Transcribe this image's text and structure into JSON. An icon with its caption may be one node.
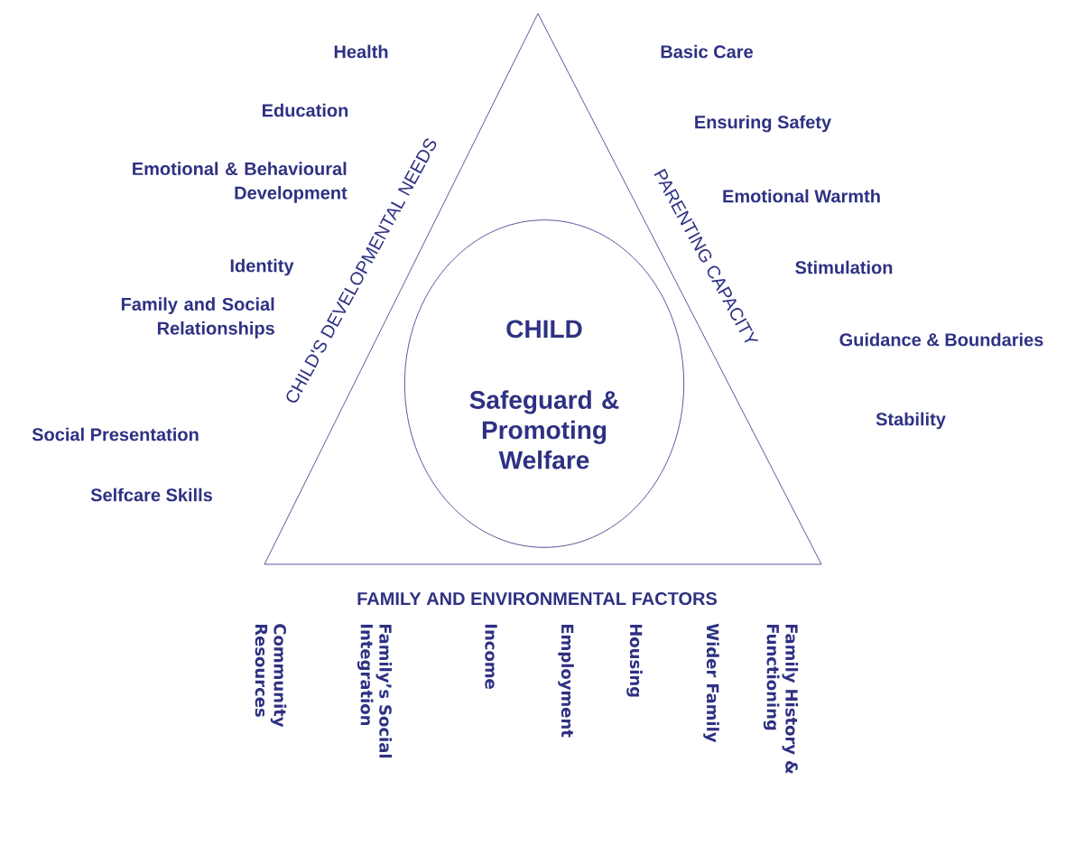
{
  "diagram": {
    "nodes": [
      {
        "text": [],
        "shape": "triangle",
        "beside": [
          "CHILD'S DEVELOPMENTAL NEEDS",
          "PARENTING CAPACITY",
          "FAMILY AND ENVIRONMENTAL FACTORS"
        ]
      },
      {
        "text": [
          "CHILD",
          "Safeguard & Promoting Welfare"
        ],
        "in": 0
      }
    ],
    "labels": [
      "Health",
      "Basic Care",
      "Education",
      "Ensuring Safety",
      "Emotional & Behavioural Development",
      "Emotional Warmth",
      "Identity",
      "Stimulation",
      "Family and Social Relationships",
      "Guidance & Boundaries",
      "Social Presentation",
      "Stability",
      "Selfcare Skills",
      "Community Resources",
      "Family’s Social Integration",
      "Income",
      "Employment",
      "Housing",
      "Wider Family",
      "Family History & Functioning"
    ]
  }
}
